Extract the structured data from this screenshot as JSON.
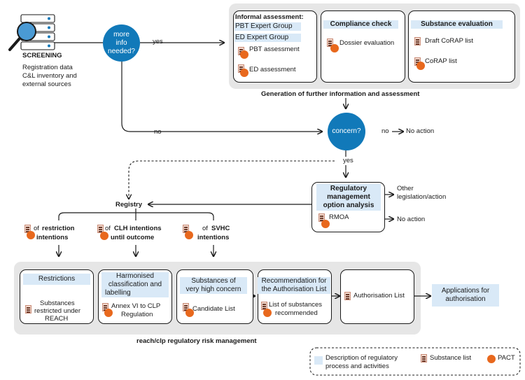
{
  "screening": {
    "title": "SCREENING",
    "desc1": "Registration data",
    "desc2": "C&L inventory and",
    "desc3": "external sources"
  },
  "decision1": {
    "line1": "more",
    "line2": "info",
    "line3": "needed?"
  },
  "decision2": {
    "text": "concern?"
  },
  "edges": {
    "yes1": "yes",
    "no1": "no",
    "no2": "no",
    "yes2": "yes",
    "no_action": "No action"
  },
  "assessment": {
    "caption": "Generation of further information and assessment",
    "informal": {
      "title": "Informal assessment:",
      "group1": "PBT Expert Group",
      "group2": "ED Expert Group",
      "item1": "PBT assessment",
      "item2": "ED assessment"
    },
    "compliance": {
      "title": "Compliance check",
      "item1": "Dossier evaluation"
    },
    "substance_eval": {
      "title": "Substance evaluation",
      "item1": "Draft CoRAP list",
      "item2": "CoRAP list"
    }
  },
  "rmoa": {
    "title1": "Regulatory",
    "title2": "management",
    "title3": "option analysis",
    "item": "RMOA",
    "other1": "Other",
    "other2": "legislation/action",
    "no_action": "No action"
  },
  "registry": {
    "title": "Registry",
    "i1a": "of",
    "i1b": "restriction",
    "i1c": "intentions",
    "i2a": "of",
    "i2b": "CLH intentions",
    "i2c": "until outcome",
    "i3a": "of",
    "i3b": "SVHC",
    "i3c": "intentions"
  },
  "risk_mgmt": {
    "caption": "reach/clp regulatory risk management",
    "restrictions": {
      "title": "Restrictions",
      "l1": "Substances",
      "l2": "restricted under",
      "l3": "REACH"
    },
    "harmonised": {
      "t1": "Harmonised",
      "t2": "classification and",
      "t3": "labelling",
      "l1": "Annex VI to CLP",
      "l2": "Regulation"
    },
    "svhc": {
      "t1": "Substances of",
      "t2": "very high concern",
      "l1": "Candidate List"
    },
    "recommendation": {
      "t1": "Recommendation for",
      "t2": "the Authorisation List",
      "l1": "List of substances",
      "l2": "recommended"
    },
    "auth_list": {
      "l1": "Authorisation List"
    },
    "applications": {
      "l1": "Applications for",
      "l2": "authorisation"
    }
  },
  "legend": {
    "desc1": "Description of regulatory",
    "desc2": "process and activities",
    "substance_list": "Substance list",
    "pact": "PACT"
  },
  "colors": {
    "process_blue": "#1179b9",
    "label_fill": "#d9e9f7",
    "pact_orange": "#e8681d",
    "panel_grey": "#e6e6e6"
  }
}
